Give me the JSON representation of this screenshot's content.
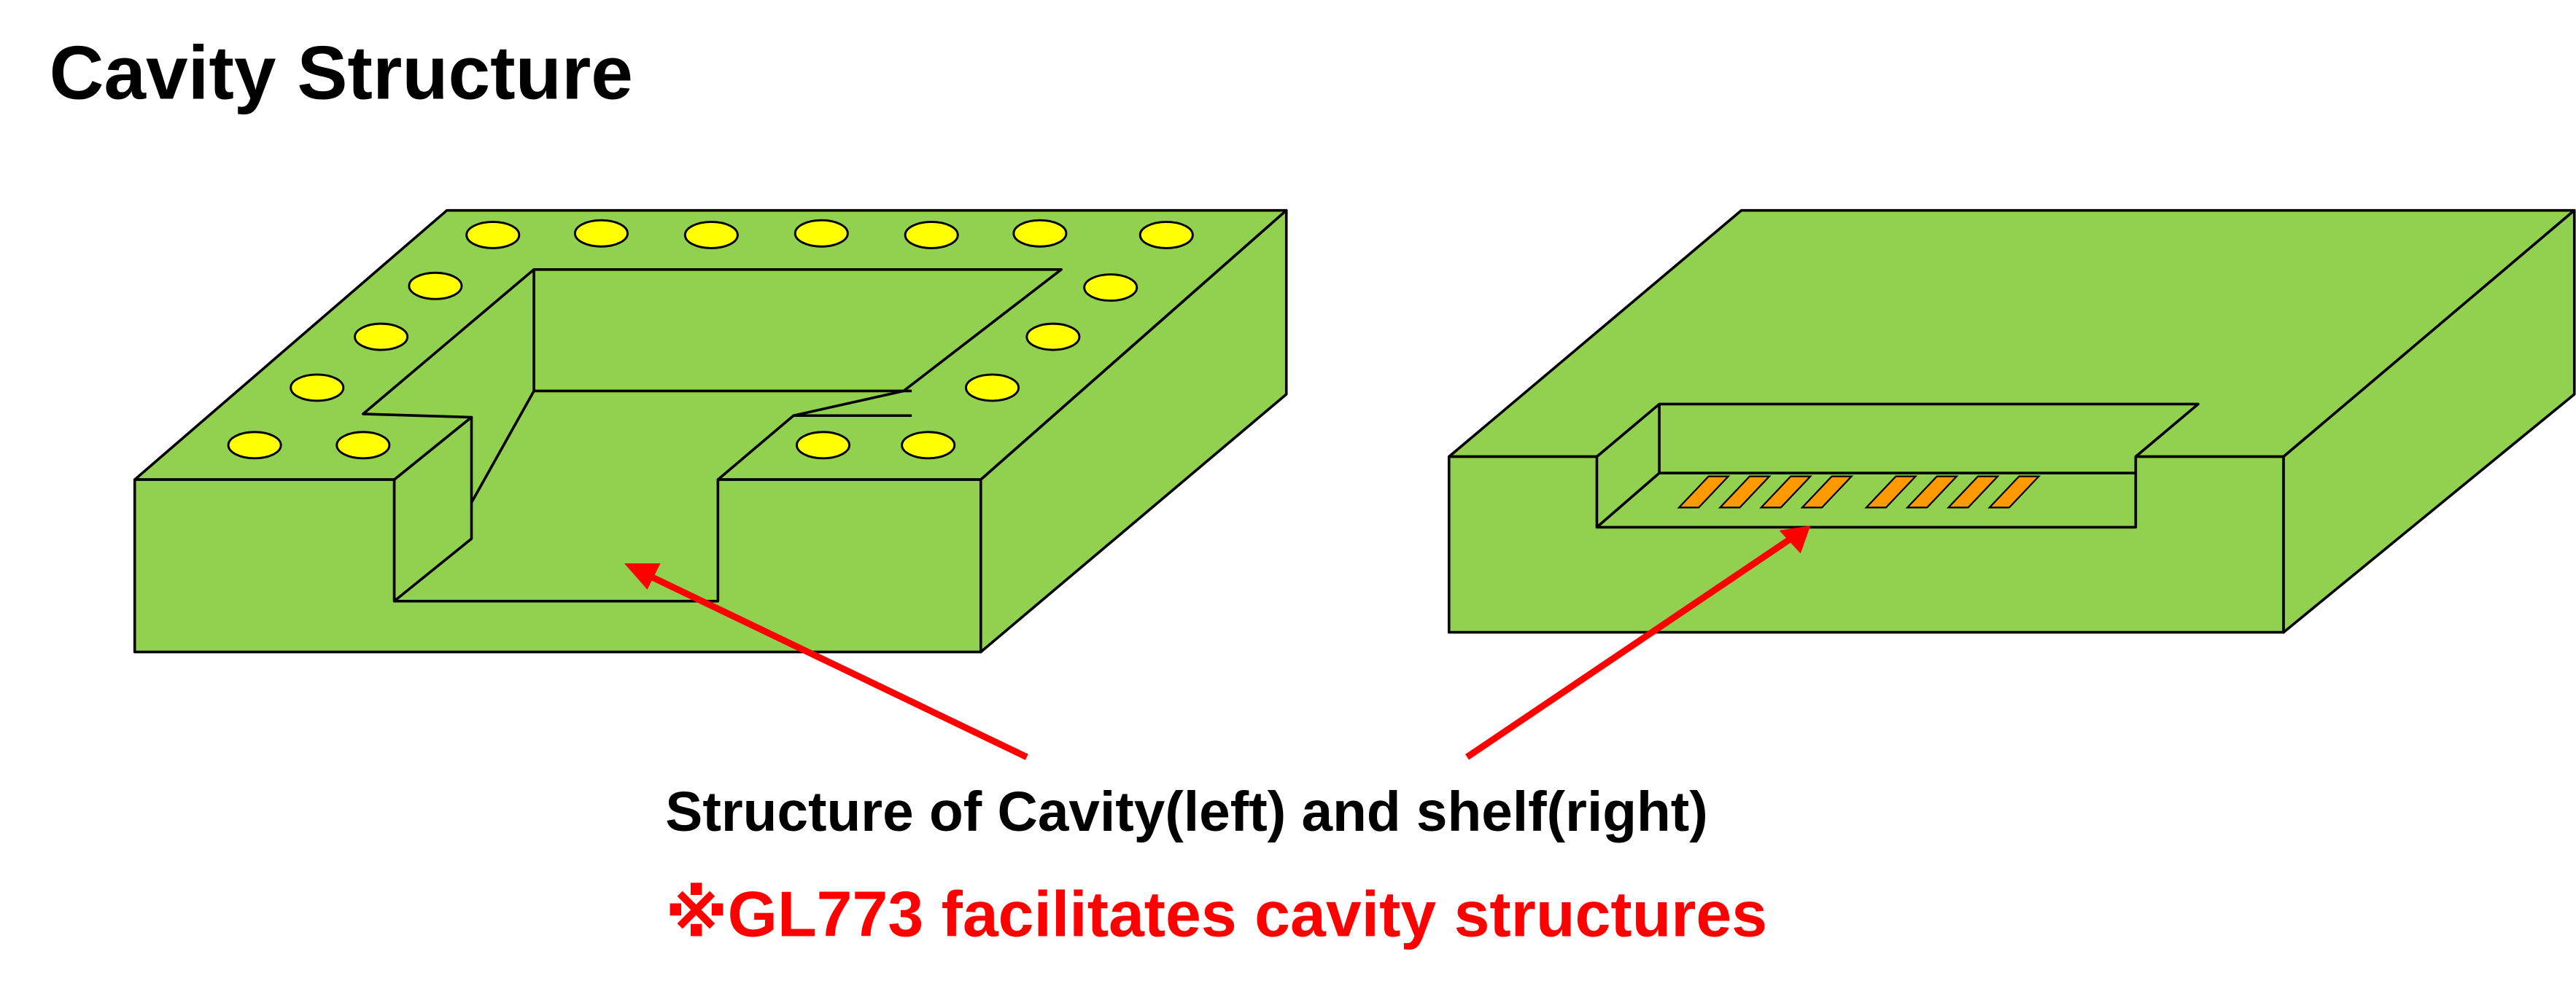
{
  "title": "Cavity Structure",
  "caption": "Structure of Cavity(left) and shelf(right)",
  "note": "※GL773 facilitates cavity structures",
  "colors": {
    "board": "#92d050",
    "pads_round": "#ffff00",
    "pads_strip": "#ff9900",
    "arrow": "#ff0000",
    "note_text": "#ff0000"
  }
}
